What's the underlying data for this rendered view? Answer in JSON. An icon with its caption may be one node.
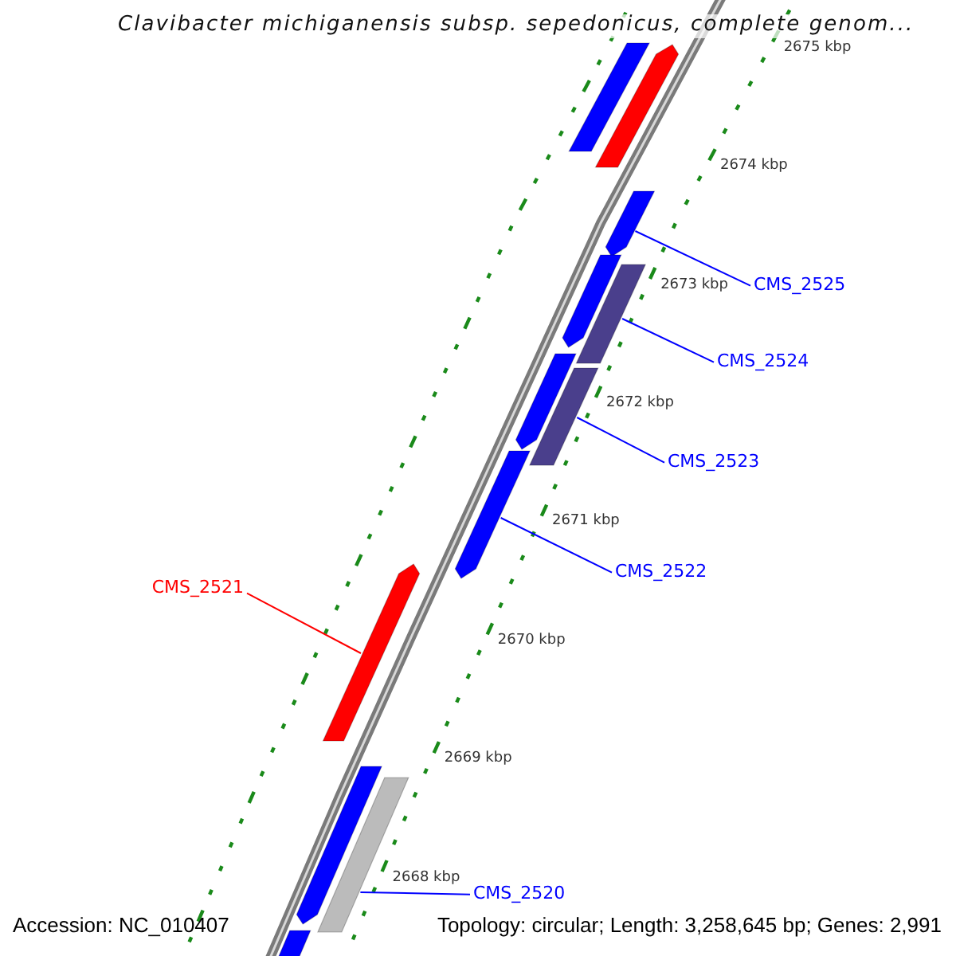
{
  "diagram": {
    "title": "Clavibacter michiganensis subsp. sepedonicus, complete genom...",
    "nodes": [
      {
        "text": [],
        "shape": "bar"
      },
      {
        "text": [],
        "shape": "bar"
      },
      {
        "text": [],
        "shape": "bar"
      },
      {
        "text": [],
        "shape": "bar"
      },
      {
        "text": [],
        "shape": "bar"
      },
      {
        "text": [],
        "shape": "bar"
      },
      {
        "text": [],
        "shape": "bar"
      },
      {
        "text": [],
        "shape": "bar"
      },
      {
        "text": [],
        "shape": "bar"
      },
      {
        "text": [],
        "shape": "bar"
      },
      {
        "text": [],
        "shape": "bar"
      },
      {
        "text": [],
        "shape": "bar"
      },
      {
        "text": [
          "CMS_2525"
        ]
      },
      {
        "text": [
          "CMS_2524"
        ]
      },
      {
        "text": [
          "CMS_2523"
        ]
      },
      {
        "text": [
          "CMS_2522"
        ]
      },
      {
        "text": [
          "CMS_2521"
        ]
      },
      {
        "text": [
          "CMS_2520"
        ]
      }
    ],
    "edges": [
      {
        "from": 12,
        "to": 2,
        "arrow": "none"
      },
      {
        "from": 13,
        "to": 4,
        "arrow": "none"
      },
      {
        "from": 14,
        "to": 6,
        "arrow": "none"
      },
      {
        "from": 15,
        "to": 7,
        "arrow": "none"
      },
      {
        "from": 16,
        "to": 8,
        "arrow": "none",
        "color": "#ff0000"
      },
      {
        "from": 17,
        "to": 10,
        "arrow": "none"
      }
    ],
    "labels": [
      "2675 kbp",
      "2674 kbp",
      "2673 kbp",
      "2672 kbp",
      "2671 kbp",
      "2670 kbp",
      "2669 kbp",
      "2668 kbp",
      "Accession: NC_010407",
      "Topology: circular; Length: 3,258,645 bp; Genes: 2,991"
    ]
  }
}
